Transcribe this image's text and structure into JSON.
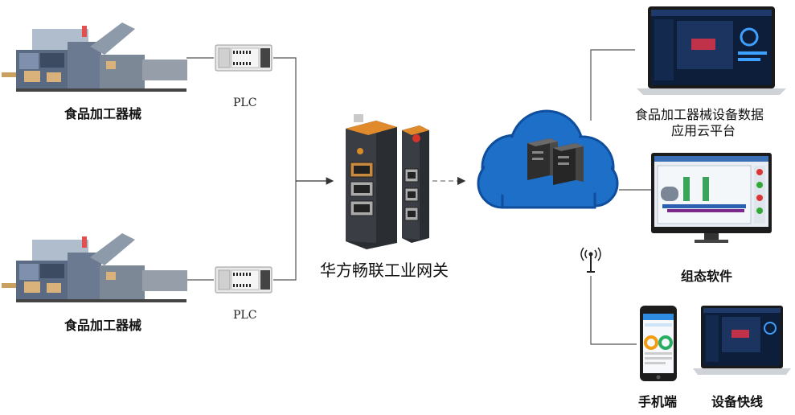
{
  "sources": [
    {
      "machine_label": "食品加工器械",
      "plc_label": "PLC"
    },
    {
      "machine_label": "食品加工器械",
      "plc_label": "PLC"
    }
  ],
  "gateway": {
    "label": "华方畅联工业网关"
  },
  "outputs": {
    "cloud_platform": {
      "line1": "食品加工器械设备数据",
      "line2": "应用云平台"
    },
    "scada": {
      "label": "组态软件"
    },
    "mobile": {
      "label": "手机端"
    },
    "fast_line": {
      "label": "设备快线"
    }
  },
  "colors": {
    "cloud": "#1e6fc8",
    "cloud_edge": "#0f4e9c",
    "gateway_body": "#2f3237",
    "gateway_top": "#e08a2c"
  }
}
